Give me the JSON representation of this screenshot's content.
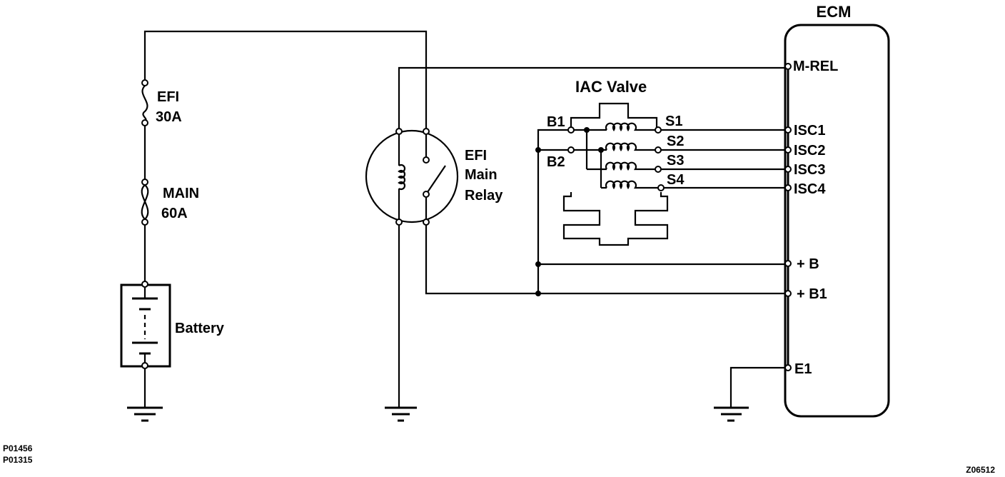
{
  "ecm": {
    "title": "ECM",
    "pins": {
      "m_rel": "M-REL",
      "isc1": "ISC1",
      "isc2": "ISC2",
      "isc3": "ISC3",
      "isc4": "ISC4",
      "plus_b": "+ B",
      "plus_b1": "+ B1",
      "e1": "E1"
    }
  },
  "fuse_efi": {
    "name": "EFI",
    "rating": "30A"
  },
  "fuse_main": {
    "name": "MAIN",
    "rating": "60A"
  },
  "battery": {
    "label": "Battery"
  },
  "relay": {
    "line1": "EFI",
    "line2": "Main",
    "line3": "Relay"
  },
  "iac_valve": {
    "title": "IAC Valve",
    "terminals": {
      "b1": "B1",
      "b2": "B2",
      "s1": "S1",
      "s2": "S2",
      "s3": "S3",
      "s4": "S4"
    }
  },
  "codes": {
    "left_line1": "P01456",
    "left_line2": "P01315",
    "right": "Z06512"
  }
}
